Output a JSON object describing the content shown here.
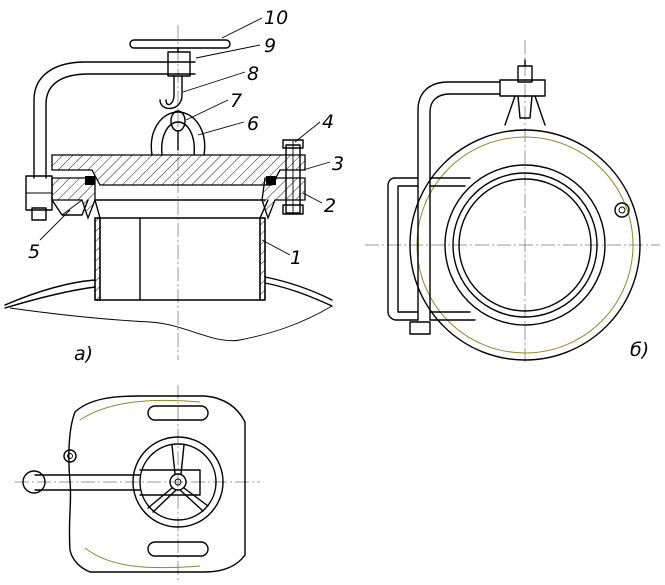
{
  "labels": {
    "n1": "1",
    "n2": "2",
    "n3": "3",
    "n4": "4",
    "n5": "5",
    "n6": "6",
    "n7": "7",
    "n8": "8",
    "n9": "9",
    "n10": "10",
    "view_a": "а)",
    "view_b": "б)"
  },
  "colors": {
    "line": "#000000",
    "center_line": "#7a7a7a",
    "olive_contour": "#8a8a30"
  }
}
